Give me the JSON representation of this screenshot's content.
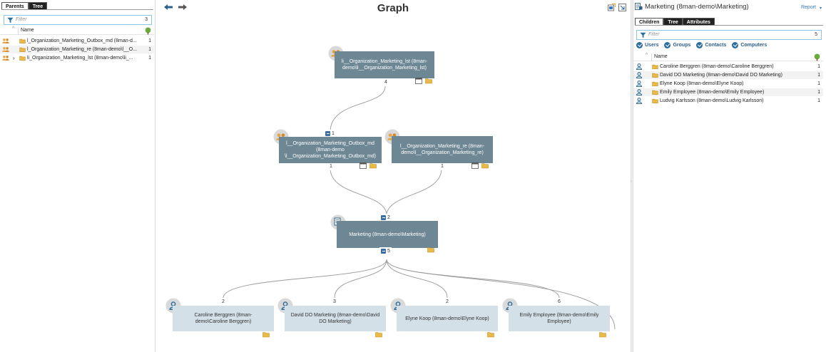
{
  "left_panel": {
    "tabs": [
      {
        "label": "Parents",
        "active": true
      },
      {
        "label": "Tree",
        "active": false
      }
    ],
    "filter": {
      "placeholder": "Filter",
      "count": "3"
    },
    "column_header": "Name",
    "rows": [
      {
        "name": "l_Organization_Marketing_Outbox_md (8man-d...",
        "count": "1",
        "expandable": false
      },
      {
        "name": "l_Organization_Marketing_re (8man-demo\\l__O...",
        "count": "1",
        "expandable": false
      },
      {
        "name": "li_Organization_Marketing_lst (8man-demo\\li_...",
        "count": "1",
        "expandable": true
      }
    ]
  },
  "graph": {
    "title": "Graph",
    "nodes": {
      "lst": {
        "label": "li__Organization_Marketing_lst (8man-demo\\li__Organization_Marketing_lst)",
        "bottom_count": "4"
      },
      "outbox": {
        "label": "l__Organization_Marketing_Outbox_md (8man-demo \\l__Organization_Marketing_Outbox_md)",
        "collapse_count": "1",
        "bottom_count": "1"
      },
      "re": {
        "label": "l__Organization_Marketing_re (8man-demo\\l__Organization_Marketing_re)",
        "bottom_count": "1"
      },
      "marketing": {
        "label": "Marketing (8man-demo\\Marketing)",
        "parents_count": "2",
        "children_count": "5"
      },
      "caroline": {
        "label": "Caroline Berggren (8man-demo\\Caroline Berggren)",
        "top_count": "2"
      },
      "david": {
        "label": "David DO Marketing (8man-demo\\David DO Marketing)",
        "top_count": "3"
      },
      "elyne": {
        "label": "Elyne Koop (8man-demo\\Elyne Koop)",
        "top_count": "2"
      },
      "emily": {
        "label": "Emily Employee (8man-demo\\Emily Employee)",
        "top_count": "6"
      }
    }
  },
  "right_panel": {
    "title": "Marketing (8man-demo\\Marketing)",
    "report_label": "Report",
    "tabs": [
      {
        "label": "Children",
        "active": true
      },
      {
        "label": "Tree",
        "active": false
      },
      {
        "label": "Attributes",
        "active": false
      }
    ],
    "filter": {
      "placeholder": "Filter",
      "count": "5"
    },
    "chips": [
      "Users",
      "Groups",
      "Contacts",
      "Computers"
    ],
    "column_header": "Name",
    "rows": [
      {
        "name": "Caroline Berggren (8man-demo\\Caroline Berggren)",
        "count": "1"
      },
      {
        "name": "David DO Marketing (8man-demo\\David DO Marketing)",
        "count": "1"
      },
      {
        "name": "Elyne Koop (8man-demo\\Elyne Koop)",
        "count": "1"
      },
      {
        "name": "Emily Employee (8man-demo\\Emily Employee)",
        "count": "1"
      },
      {
        "name": "Ludvig Karlsson (8man-demo\\Ludvig Karlsson)",
        "count": "1"
      }
    ]
  },
  "colors": {
    "dark_node": "#6e8794",
    "light_node": "#d3e0e7",
    "accent": "#3a78c0",
    "group_icon": "#e8a33d",
    "folder_icon": "#e9b949"
  }
}
